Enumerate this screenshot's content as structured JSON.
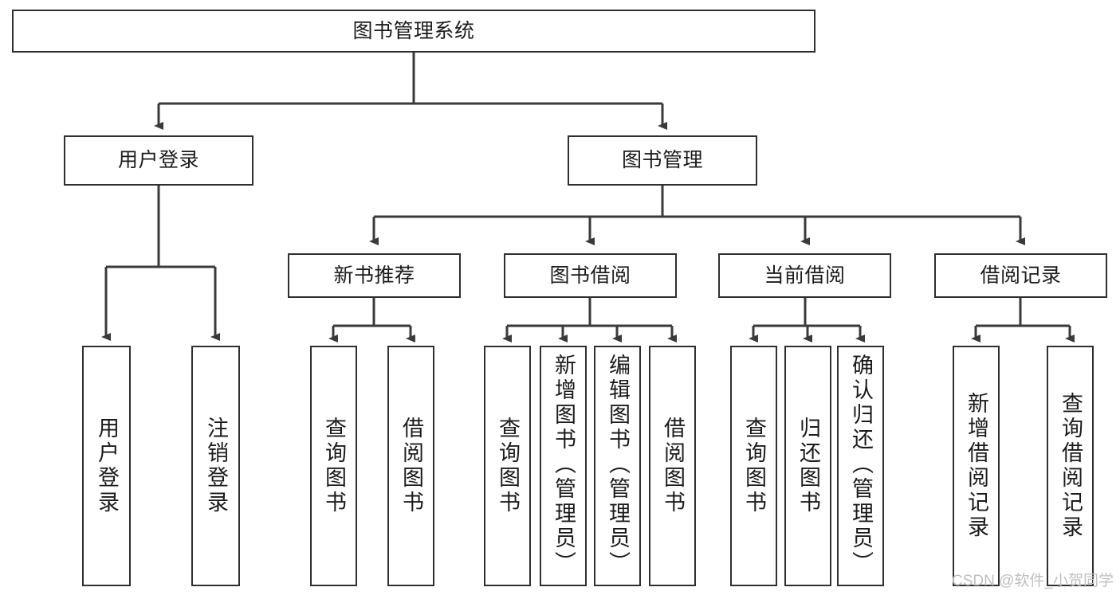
{
  "diagram": {
    "title": "图书管理系统",
    "type": "tree-hierarchy-diagram",
    "colors": {
      "box_border": "#2f2f2f",
      "box_fill": "#ffffff",
      "connector": "#3a3a3a",
      "text": "#1b1b1b",
      "watermark": "#bfbfbf"
    },
    "root": {
      "label": "图书管理系统"
    },
    "level2": [
      {
        "label": "用户登录"
      },
      {
        "label": "图书管理"
      }
    ],
    "level3": [
      {
        "label": "新书推荐"
      },
      {
        "label": "图书借阅"
      },
      {
        "label": "当前借阅"
      },
      {
        "label": "借阅记录"
      }
    ],
    "leaves": {
      "user_login": [
        {
          "label": "用户登录"
        },
        {
          "label": "注销登录"
        }
      ],
      "new_book_recommend": [
        {
          "label": "查询图书"
        },
        {
          "label": "借阅图书"
        }
      ],
      "book_borrow": [
        {
          "label": "查询图书"
        },
        {
          "label": "新增图书（管理员）"
        },
        {
          "label": "编辑图书（管理员）"
        },
        {
          "label": "借阅图书"
        }
      ],
      "current_borrow": [
        {
          "label": "查询图书"
        },
        {
          "label": "归还图书"
        },
        {
          "label": "确认归还（管理员）"
        }
      ],
      "borrow_record": [
        {
          "label": "新增借阅记录"
        },
        {
          "label": "查询借阅记录"
        }
      ]
    }
  },
  "watermark": {
    "text": "CSDN @软件_小贺同学"
  }
}
